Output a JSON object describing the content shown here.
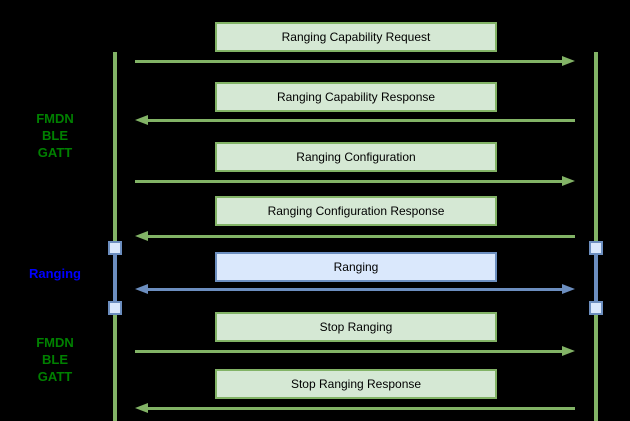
{
  "colors": {
    "background": "#000000",
    "green_fill": "#D5E8D4",
    "green_stroke": "#82B366",
    "blue_fill": "#DAE8FC",
    "blue_stroke": "#6C8EBF",
    "label_green": "#008000",
    "label_blue": "#0000FF",
    "box_text": "#000000"
  },
  "labels": {
    "fmdn_top": {
      "lines": [
        "FMDN",
        "BLE",
        "GATT"
      ]
    },
    "ranging": {
      "text": "Ranging"
    },
    "fmdn_bottom": {
      "lines": [
        "FMDN",
        "BLE",
        "GATT"
      ]
    }
  },
  "messages": [
    {
      "label": "Ranging Capability Request",
      "direction": "right",
      "style": "green"
    },
    {
      "label": "Ranging Capability Response",
      "direction": "left",
      "style": "green"
    },
    {
      "label": "Ranging Configuration",
      "direction": "right",
      "style": "green"
    },
    {
      "label": "Ranging Configuration Response",
      "direction": "left",
      "style": "green"
    },
    {
      "label": "Ranging",
      "direction": "both",
      "style": "blue"
    },
    {
      "label": "Stop Ranging",
      "direction": "right",
      "style": "green"
    },
    {
      "label": "Stop Ranging Response",
      "direction": "left",
      "style": "green"
    }
  ]
}
